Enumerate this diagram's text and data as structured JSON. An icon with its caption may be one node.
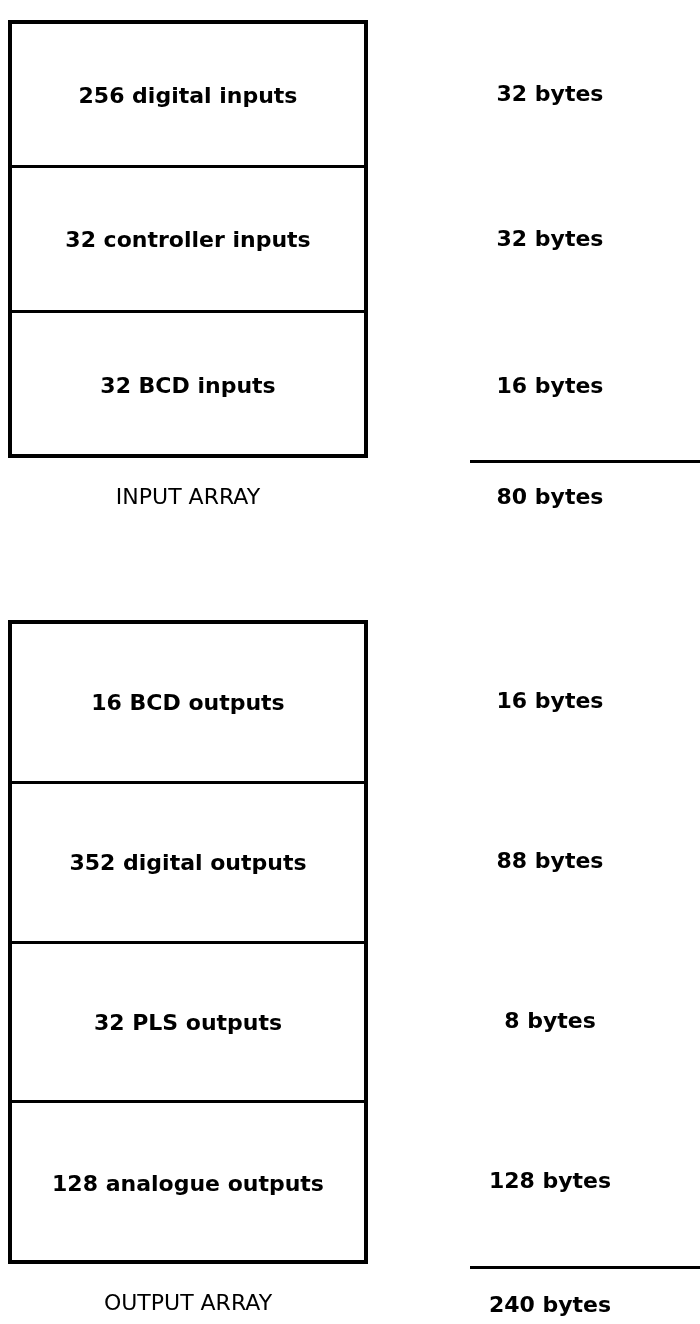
{
  "diagram": {
    "nodes": [
      {
        "text": [
          "INPUT ARRAY"
        ]
      },
      {
        "text": [
          "256 digital inputs"
        ],
        "in": 0
      },
      {
        "text": [
          "32 controller inputs"
        ],
        "in": 0
      },
      {
        "text": [
          "32 BCD inputs"
        ],
        "in": 0
      },
      {
        "text": [
          "OUTPUT ARRAY"
        ]
      },
      {
        "text": [
          "16 BCD outputs"
        ],
        "in": 4
      },
      {
        "text": [
          "352 digital outputs"
        ],
        "in": 4
      },
      {
        "text": [
          "32 PLS outputs"
        ],
        "in": 4
      },
      {
        "text": [
          "128 analogue outputs"
        ],
        "in": 4
      }
    ],
    "labels": [
      "32 bytes",
      "32 bytes",
      "16 bytes",
      "80 bytes",
      "16 bytes",
      "88 bytes",
      "8 bytes",
      "128 bytes",
      "240 bytes"
    ]
  }
}
